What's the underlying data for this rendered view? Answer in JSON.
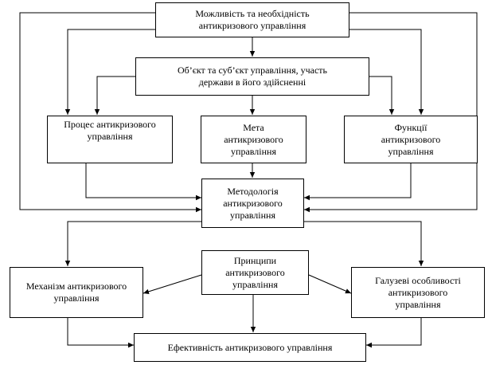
{
  "diagram": {
    "nodes": {
      "possibility": {
        "text": "Можливість та необхідність\nантикризового управління"
      },
      "object": {
        "text": "Об’єкт та суб’єкт управління, участь\nдержави в його здійсненні"
      },
      "process": {
        "text": "Процес антикризового\nуправління"
      },
      "goal": {
        "text": "Мета\nантикризового\nуправління"
      },
      "functions": {
        "text": "Функції\nантикризового\nуправління"
      },
      "methodology": {
        "text": "Методологія\nантикризового\nуправління"
      },
      "mechanism": {
        "text": "Механізм антикризового\nуправління"
      },
      "principles": {
        "text": "Принципи\nантикризового\nуправління"
      },
      "industry": {
        "text": "Галузеві особливості\nантикризового\nуправління"
      },
      "efficiency": {
        "text": "Ефективність антикризового управління"
      }
    },
    "connections": [
      {
        "from": "possibility",
        "to": "object"
      },
      {
        "from": "possibility",
        "to": "process"
      },
      {
        "from": "possibility",
        "to": "functions"
      },
      {
        "from": "possibility",
        "to": "methodology"
      },
      {
        "from": "object",
        "to": "process"
      },
      {
        "from": "object",
        "to": "goal"
      },
      {
        "from": "object",
        "to": "functions"
      },
      {
        "from": "process",
        "to": "methodology"
      },
      {
        "from": "goal",
        "to": "methodology"
      },
      {
        "from": "functions",
        "to": "methodology"
      },
      {
        "from": "methodology",
        "to": "mechanism"
      },
      {
        "from": "methodology",
        "to": "industry"
      },
      {
        "from": "principles",
        "to": "mechanism"
      },
      {
        "from": "principles",
        "to": "industry"
      },
      {
        "from": "principles",
        "to": "efficiency"
      },
      {
        "from": "mechanism",
        "to": "efficiency"
      },
      {
        "from": "industry",
        "to": "efficiency"
      }
    ]
  }
}
